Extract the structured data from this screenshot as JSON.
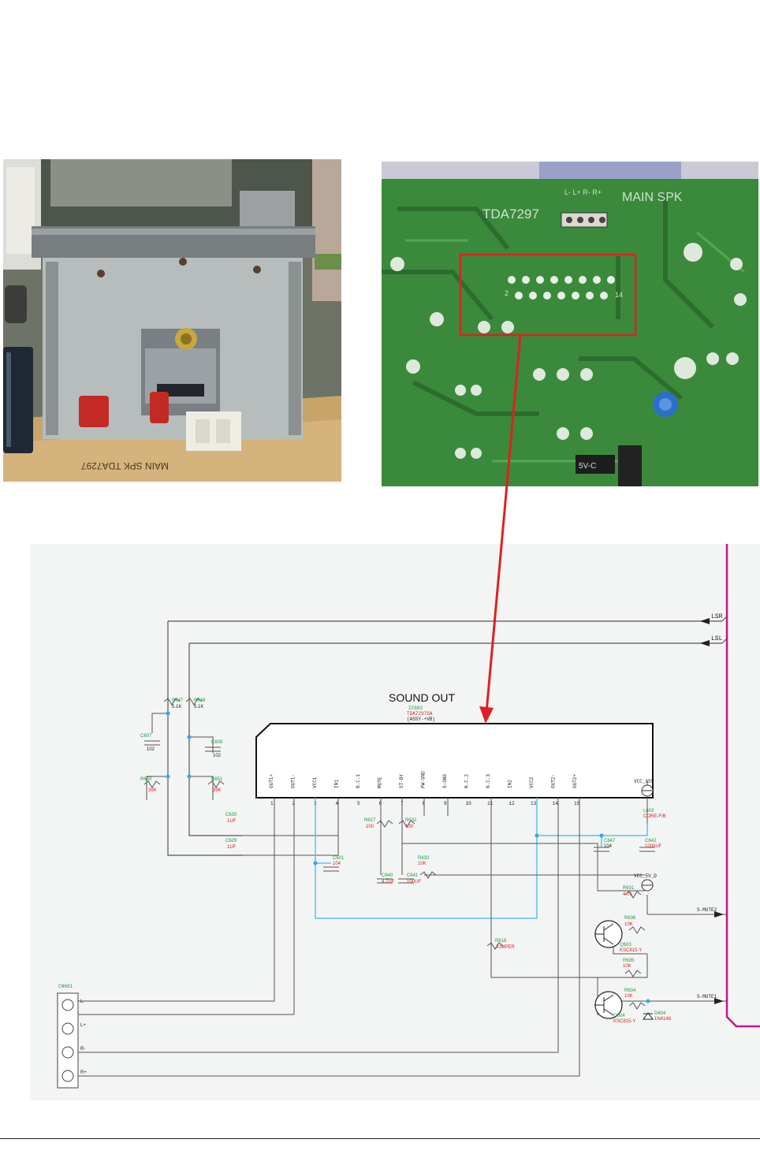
{
  "photo_left": {
    "board_text": "MAIN SPK  TDA7297"
  },
  "photo_right": {
    "chip_label": "TDA7297",
    "area_label": "MAIN SPK",
    "connector_pins": "L- L+ R- R+",
    "pin_left": "2",
    "pin_right": "14",
    "pcb_code": "5V-C"
  },
  "schematic": {
    "title": "SOUND OUT",
    "ic_ref": "IC602",
    "ic_part": "TDA7297SA",
    "ic_note": "(ASSY-+VB)",
    "pins": [
      {
        "num": "1",
        "name": "OUT1+"
      },
      {
        "num": "2",
        "name": "OUT1-"
      },
      {
        "num": "3",
        "name": "VCC1"
      },
      {
        "num": "4",
        "name": "IN1"
      },
      {
        "num": "5",
        "name": "N.C.1"
      },
      {
        "num": "6",
        "name": "MUTE"
      },
      {
        "num": "7",
        "name": "ST-BY"
      },
      {
        "num": "8",
        "name": "PW-GND"
      },
      {
        "num": "9",
        "name": "S-GND"
      },
      {
        "num": "10",
        "name": "N.C.2"
      },
      {
        "num": "11",
        "name": "N.C.3"
      },
      {
        "num": "12",
        "name": "IN2"
      },
      {
        "num": "13",
        "name": "VCC2"
      },
      {
        "num": "14",
        "name": "OUT2-"
      },
      {
        "num": "15",
        "name": "OUT2+"
      }
    ],
    "net_lsr": "LSR",
    "net_lsl": "LSL",
    "net_smute2": "S-MUTE2",
    "net_smute1": "S-MUTE1",
    "vcc_15v": "VCC_15V",
    "vcc_5v": "VCC_5V_D",
    "connector_ref": "CN601",
    "connector_pins": [
      "L-",
      "L+",
      "R-",
      "R+"
    ],
    "components": [
      {
        "ref": "R647",
        "value": "5.1K"
      },
      {
        "ref": "R648",
        "value": "5.1K"
      },
      {
        "ref": "C607",
        "value": "102"
      },
      {
        "ref": "C608",
        "value": "102"
      },
      {
        "ref": "R650",
        "value": "39K"
      },
      {
        "ref": "R651",
        "value": "39K"
      },
      {
        "ref": "C630",
        "value": "1UF"
      },
      {
        "ref": "C629",
        "value": "1UF"
      },
      {
        "ref": "C601",
        "value": "104"
      },
      {
        "ref": "R617",
        "value": "100"
      },
      {
        "ref": "R632",
        "value": "100"
      },
      {
        "ref": "C640",
        "value": "4.7UF"
      },
      {
        "ref": "C641",
        "value": "100UF"
      },
      {
        "ref": "R633",
        "value": "10K"
      },
      {
        "ref": "C647",
        "value": "104"
      },
      {
        "ref": "C642",
        "value": "1000UF"
      },
      {
        "ref": "L603",
        "value": "CORE-F/B"
      },
      {
        "ref": "R631",
        "value": "4.7K"
      },
      {
        "ref": "R636",
        "value": "10K"
      },
      {
        "ref": "Q603",
        "value": "KSC815-Y"
      },
      {
        "ref": "R635",
        "value": "10K"
      },
      {
        "ref": "R618",
        "value": "JUMPER"
      },
      {
        "ref": "R634",
        "value": "10K"
      },
      {
        "ref": "Q604",
        "value": "KSC815-Y"
      },
      {
        "ref": "D604",
        "value": "1N4148"
      }
    ]
  }
}
